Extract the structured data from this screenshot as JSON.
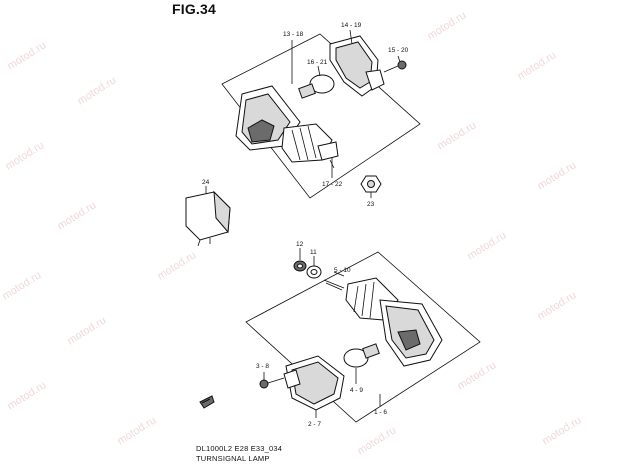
{
  "figure": {
    "title": "FIG.34",
    "model_line": "DL1000L2 E28 E33_034",
    "caption": "TURNSIGNAL LAMP"
  },
  "watermark": "motod.ru",
  "callouts": {
    "c13_18": "13 - 18",
    "c14_19": "14 - 19",
    "c15_20": "15 - 20",
    "c16_21": "16 - 21",
    "c17_22": "17 - 22",
    "c23": "23",
    "c24": "24",
    "c12": "12",
    "c11": "11",
    "c5_10": "5 - 10",
    "c3_8": "3 - 8",
    "c4_9": "4 - 9",
    "c2_7": "2 - 7",
    "c1_6": "1 - 6"
  }
}
